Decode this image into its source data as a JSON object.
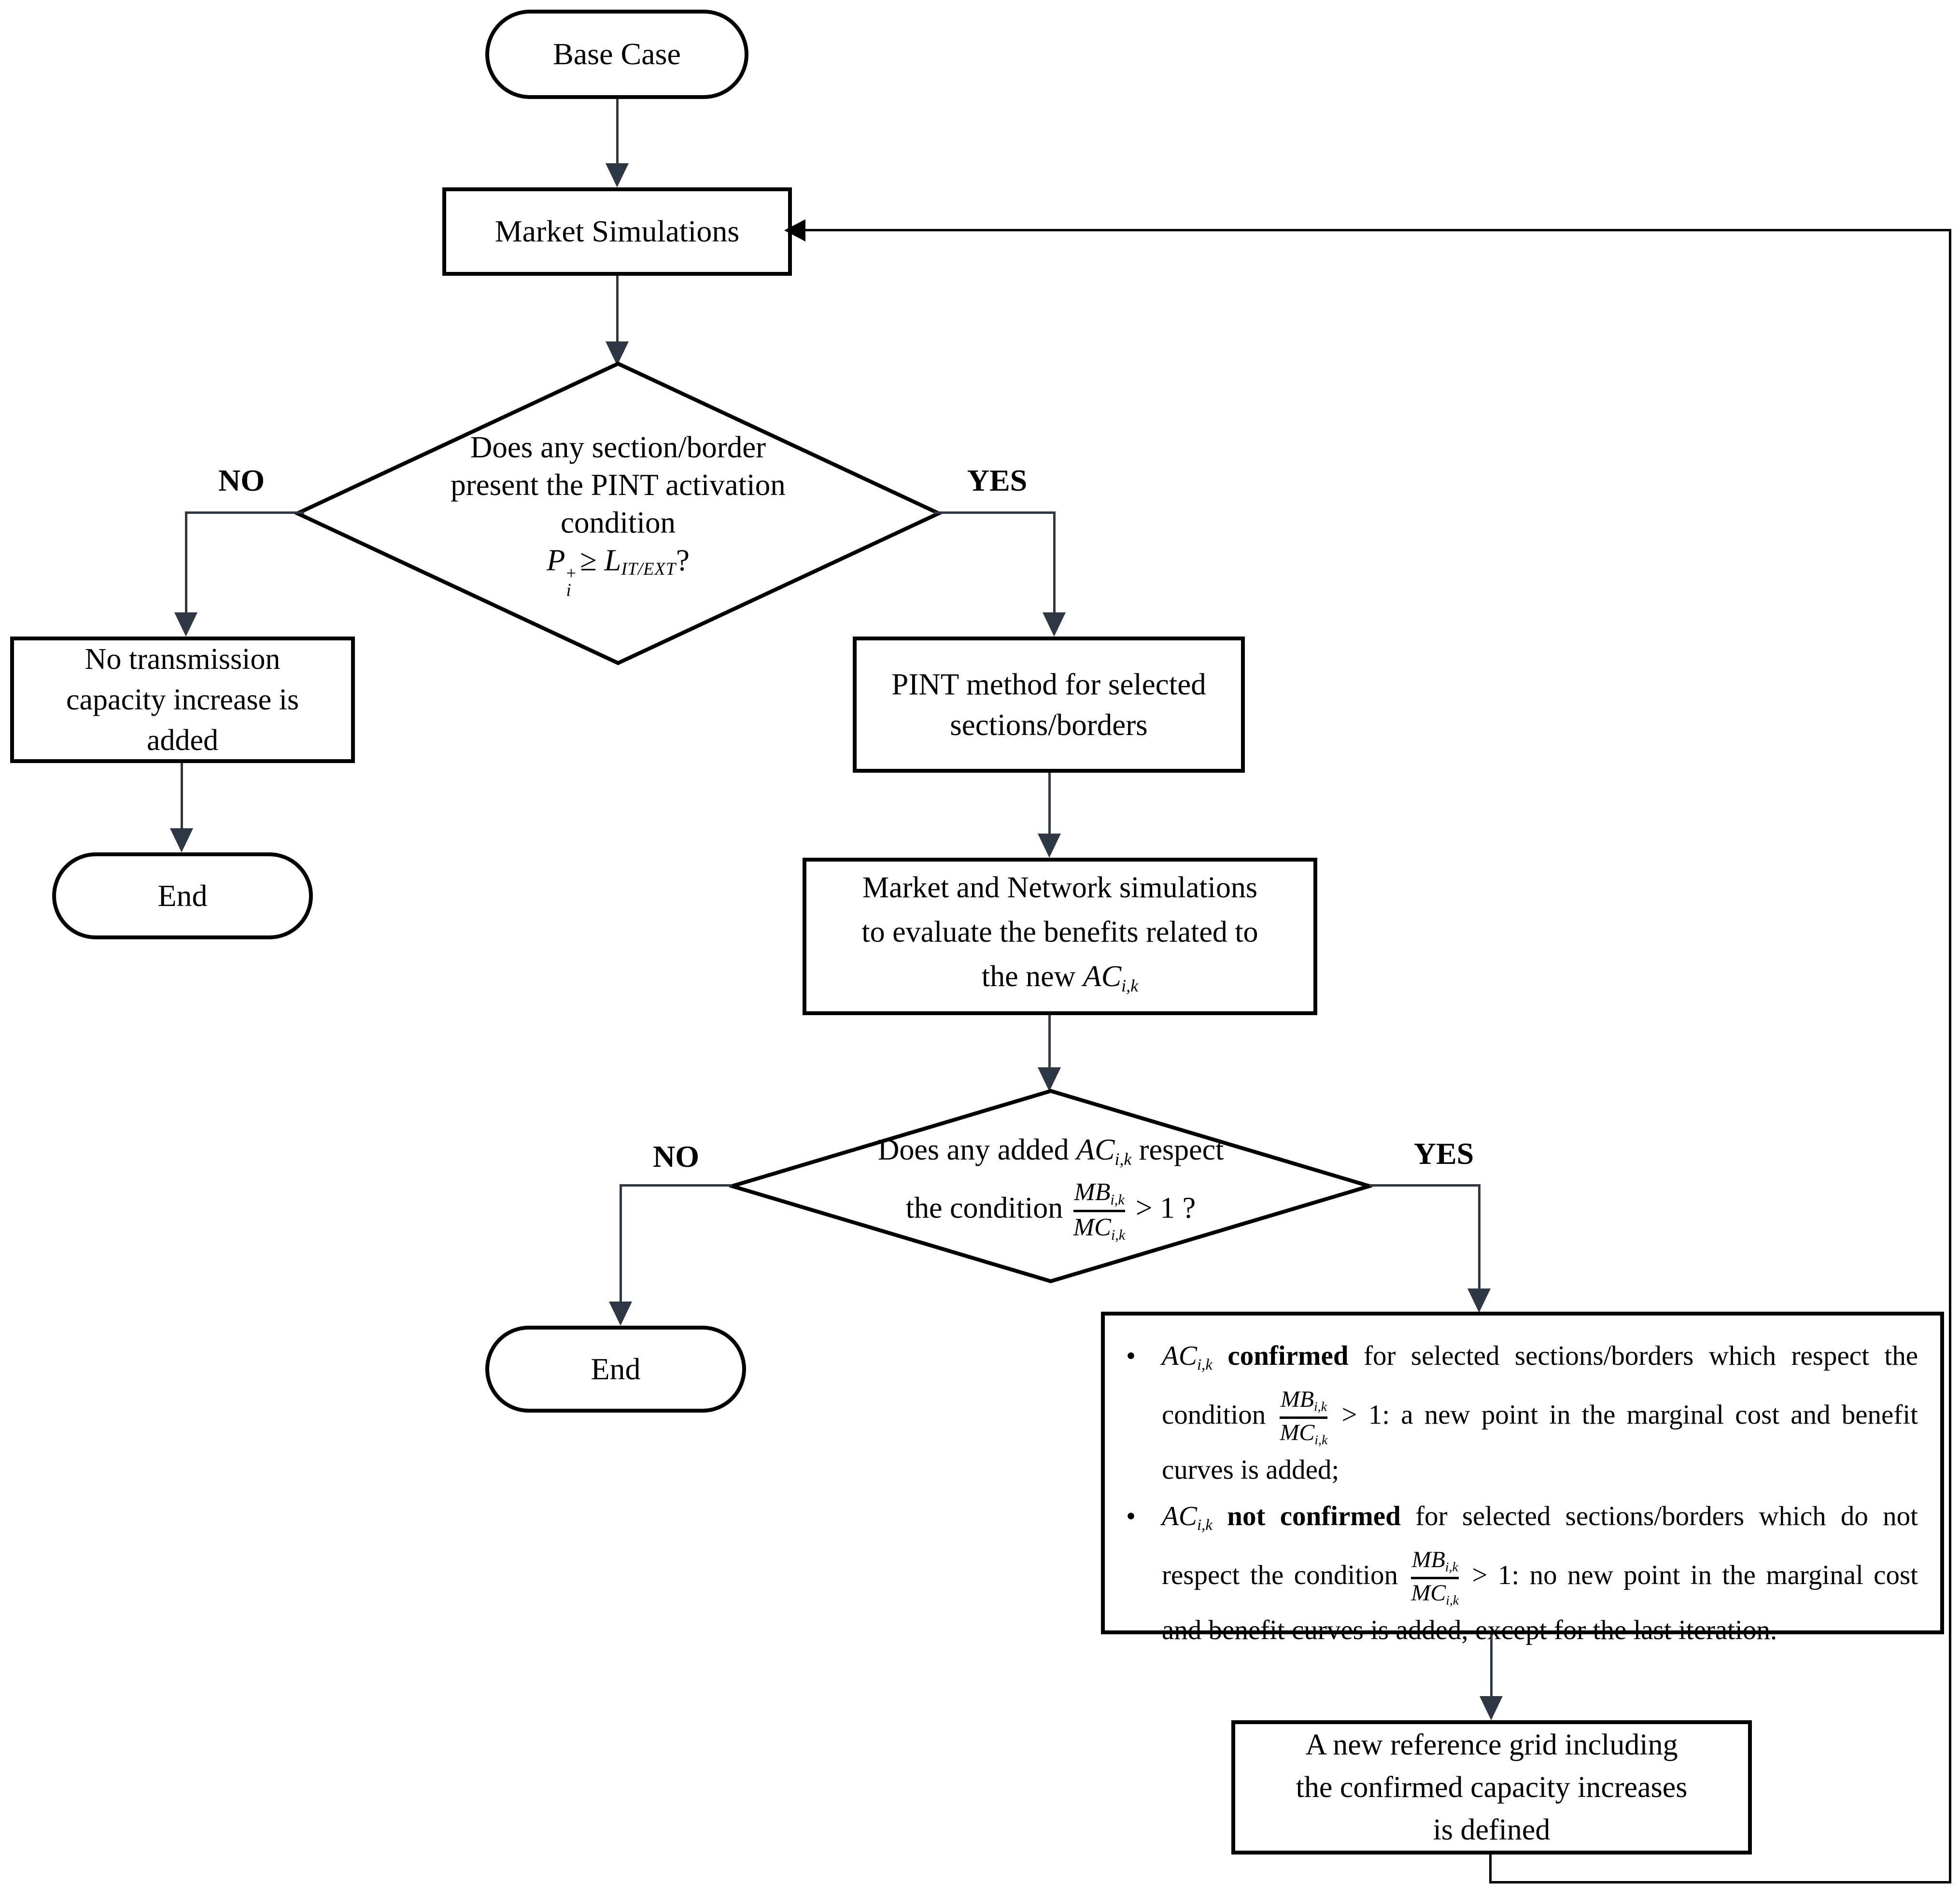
{
  "colors": {
    "connector": "#2e3744",
    "shape_border": "#000000",
    "background": "#ffffff"
  },
  "branch_labels": {
    "no1": "NO",
    "yes1": "YES",
    "no2": "NO",
    "yes2": "YES"
  },
  "math": {
    "P": "P",
    "P_sup": "+",
    "P_sub": "i",
    "geq": "≥",
    "L": "L",
    "L_sub": "IT/EXT",
    "question": "?",
    "AC": "AC",
    "ik": "i,k",
    "MB": "MB",
    "MC": "MC",
    "gt_one": " > 1",
    "gt_one_q": " > 1 ?"
  },
  "nodes": {
    "base_case": "Base Case",
    "market_simulations": "Market Simulations",
    "decision1_lines": [
      "Does any section/border",
      "present the PINT activation",
      "condition"
    ],
    "no_capacity_lines": [
      "No transmission",
      "capacity increase is",
      "added"
    ],
    "end1": "End",
    "pint_method_lines": [
      "PINT method for selected",
      "sections/borders"
    ],
    "market_network_lines": [
      "Market and Network simulations",
      "to evaluate the benefits related to",
      "the new "
    ],
    "decision2_line1_pre": "Does any added ",
    "decision2_line1_post": " respect",
    "decision2_line2_pre": "the condition ",
    "end2": "End",
    "new_grid_lines": [
      "A new reference grid including",
      "the confirmed capacity increases",
      "is defined"
    ]
  },
  "bullets": {
    "b1_bold": " confirmed ",
    "b1_mid": "for selected sections/borders which respect the condition ",
    "b1_after": ": a new point in the marginal cost and benefit curves is added;",
    "b2_bold": " not confirmed ",
    "b2_mid": "for selected sections/borders which do not respect the condition ",
    "b2_after": ": no new point in the marginal cost and benefit curves is added, except for the last iteration."
  }
}
